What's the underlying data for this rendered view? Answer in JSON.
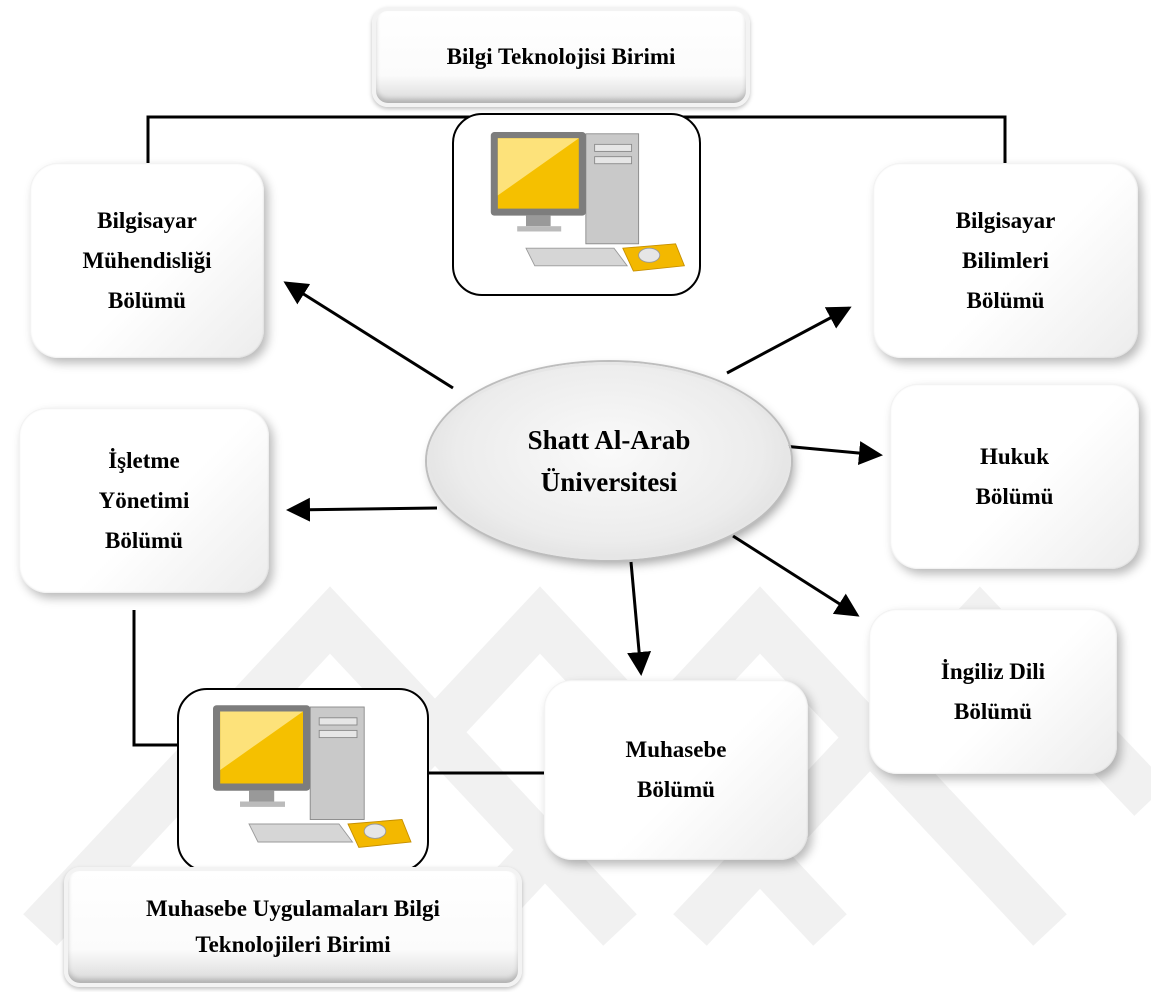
{
  "top_unit": "Bilgi Teknolojisi Birimi",
  "bottom_unit": "Muhasebe Uygulamaları Bilgi\nTeknolojileri Birimi",
  "center": "Shatt Al-Arab\nÜniversitesi",
  "departments": {
    "computer_engineering": "Bilgisayar\nMühendisliği\nBölümü",
    "computer_science": "Bilgisayar\nBilimleri\nBölümü",
    "business_admin": "İşletme\nYönetimi\nBölümü",
    "law": "Hukuk\nBölümü",
    "english": "İngiliz Dili\nBölümü",
    "accounting": "Muhasebe\nBölümü"
  },
  "icons": [
    "computer-icon",
    "computer-icon"
  ]
}
